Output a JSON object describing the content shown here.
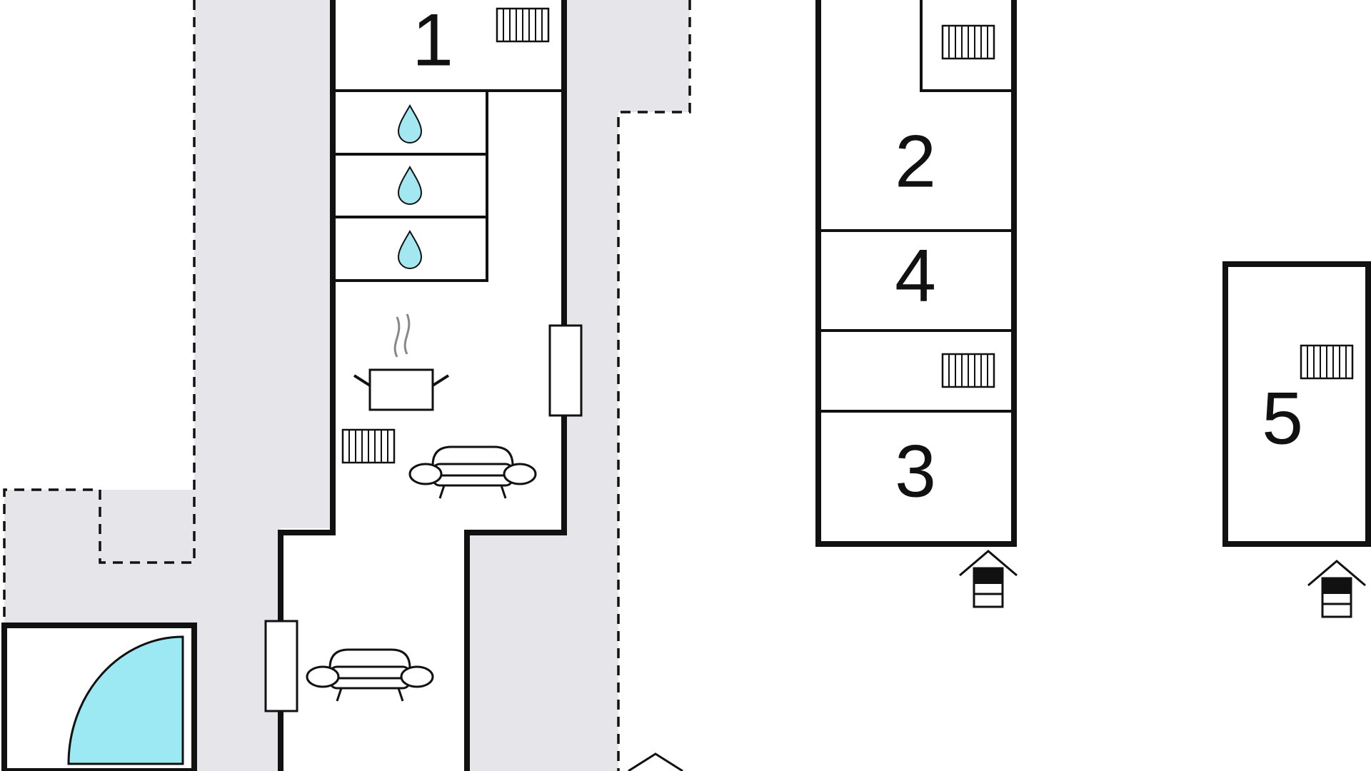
{
  "colors": {
    "terrace": "#e6e6ea",
    "water": "#a3e7f0",
    "pool": "#9ce9f4",
    "wall": "#111111",
    "background": "#ffffff"
  },
  "rooms": [
    {
      "number": "1"
    },
    {
      "number": "2"
    },
    {
      "number": "4"
    },
    {
      "number": "3"
    },
    {
      "number": "5"
    }
  ],
  "icons": [
    "radiator-icon",
    "water-drop-icon",
    "cooking-pot-icon",
    "sofa-icon",
    "door-icon",
    "stairs-icon",
    "pool-icon"
  ]
}
